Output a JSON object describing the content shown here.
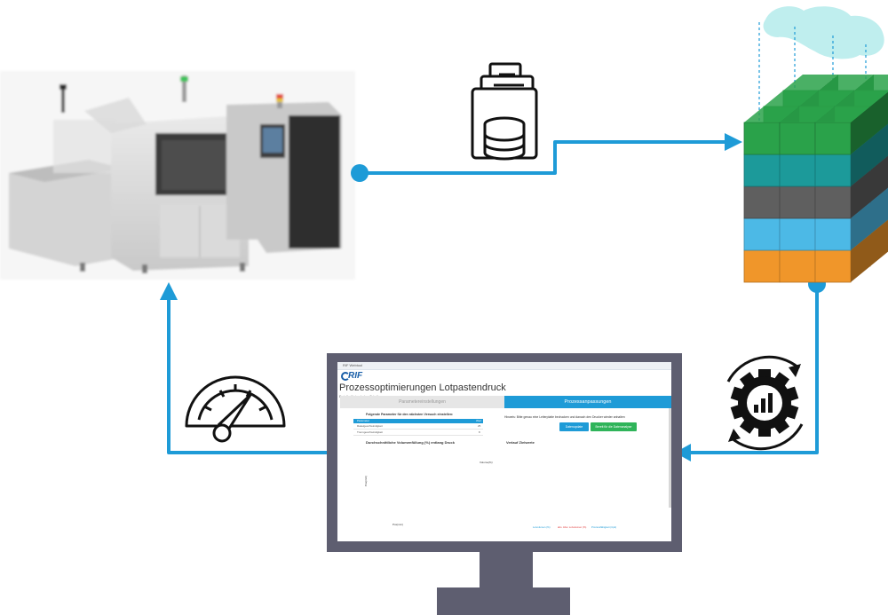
{
  "app": {
    "window_title": "RIF Webtool",
    "logo_text": "RIF",
    "title": "Prozessoptimierungen Lotpastendruck",
    "subtitle": "Ersteller/Autor: Lukas Schulte"
  },
  "tabs": [
    {
      "label": "Parametereinstellungen",
      "active": false
    },
    {
      "label": "Prozessanpassungen",
      "active": true
    }
  ],
  "left_panel": {
    "heading": "Folgende Parameter für den nächsten Versuch einstellen:",
    "table_header": [
      "Parameter",
      "Wert"
    ],
    "rows": [
      [
        "Rakelgeschwindigkeit",
        "25"
      ],
      [
        "Trenngeschwindigkeit",
        "8"
      ]
    ],
    "chart_caption": "Durchschnittliche Volumenfüllung (%) entlang Druck",
    "xlabel": "Pos(mm)",
    "ylabel": "Pos(mm)",
    "colorbar_label": "Volume(%)"
  },
  "right_panel": {
    "hint": "Hinweis: Bitte genau eine Leiterplatte bedrucken und danach den Drucker wieder anhalten",
    "button_data": "Datenupdate",
    "button_details": "Bereit für die Datenanalyse",
    "chart_caption": "Verlauf Zielwerte",
    "legend": [
      "Lotvolumen (%)",
      "abs. Abw. Lotvolumen (%)",
      "Prozessfähigkeit (Cpk)"
    ]
  },
  "colors": {
    "accent_blue": "#1e9bd7",
    "green_button": "#2fb45a",
    "cube_green": "#2aa24a",
    "cube_teal": "#1c9a9a",
    "cube_gray": "#5f5f5f",
    "cube_lightblue": "#4cb9e6",
    "cube_orange": "#f0962a",
    "cloud": "#bfeeee",
    "monitor_frame": "#5e5e70"
  },
  "icons": {
    "machine": "smt-printer-machine",
    "database": "database-document-icon",
    "cube": "data-cube-icon",
    "gear": "gear-analytics-icon",
    "gauge": "gauge-icon",
    "monitor": "monitor-dashboard"
  }
}
